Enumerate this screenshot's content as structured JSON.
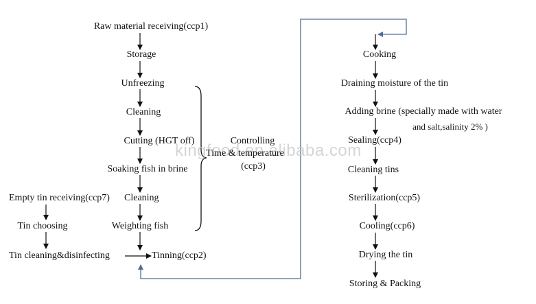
{
  "left_column": {
    "steps": [
      "Raw material receiving(ccp1)",
      "Storage",
      "Unfreezing",
      "Cleaning",
      "Cutting (HGT off)",
      "Soaking fish in brine",
      "Cleaning",
      "Weighting fish",
      "Tinning(ccp2)"
    ]
  },
  "tin_branch": {
    "steps": [
      "Empty tin receiving(ccp7)",
      "Tin choosing",
      "Tin cleaning&disinfecting"
    ]
  },
  "brace_note": {
    "line1": "Controlling",
    "line2": "Time & temperature",
    "line3": "(ccp3)"
  },
  "right_column": {
    "steps": [
      "Cooking",
      "Draining moisture of the tin",
      "Adding brine (specially made with water",
      "and salt,salinity 2% )",
      "Sealing(ccp4)",
      "Cleaning tins",
      "Sterilization(ccp5)",
      "Cooling(ccp6)",
      "Drying the tin",
      "Storing & Packing"
    ]
  },
  "watermark": "kingfood.en.alibaba.com",
  "colors": {
    "text": "#111111",
    "arrow": "#111111",
    "connector": "#4f6f93",
    "watermark": "#c8c8c8"
  }
}
